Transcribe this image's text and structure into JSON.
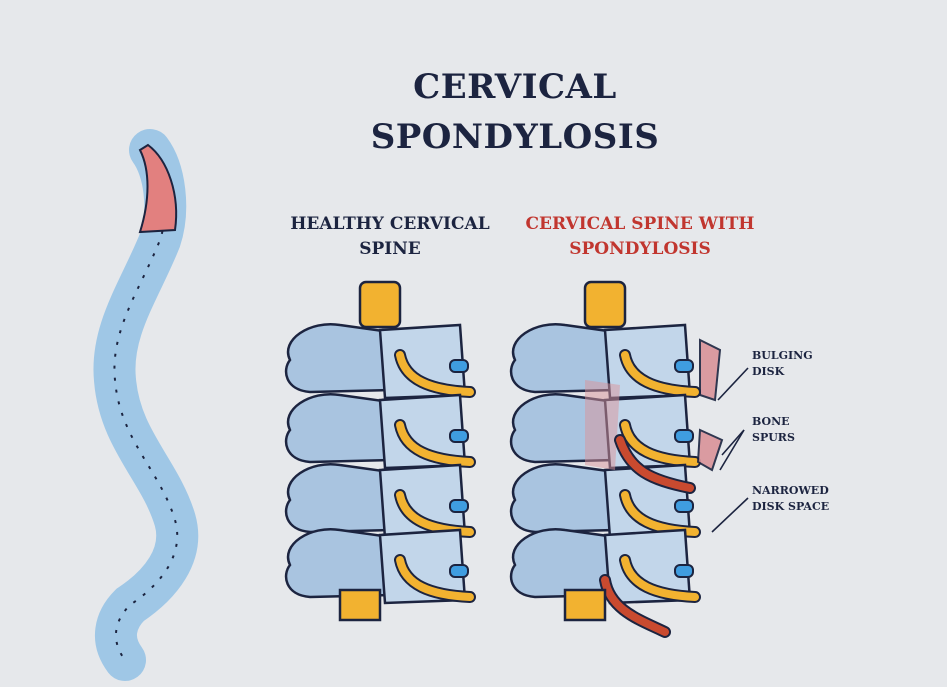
{
  "title": {
    "line1": "CERVICAL",
    "line2": "SPONDYLOSIS"
  },
  "healthy": {
    "line1": "HEALTHY CERVICAL",
    "line2": "SPINE"
  },
  "spondylosis": {
    "line1": "CERVICAL SPINE WITH",
    "line2": "SPONDYLOSIS"
  },
  "callouts": {
    "bulging": {
      "line1": "BULGING",
      "line2": "DISK"
    },
    "spurs": {
      "line1": "BONE",
      "line2": "SPURS"
    },
    "narrowed": {
      "line1": "NARROWED",
      "line2": "DISK SPACE"
    }
  },
  "colors": {
    "ink": "#1c2440",
    "accent_red": "#c1362f",
    "bone_blue": "#a9c4e0",
    "disk_blue": "#3f9de0",
    "nerve_yellow": "#f2b230",
    "inflamed": "#d9939a"
  }
}
